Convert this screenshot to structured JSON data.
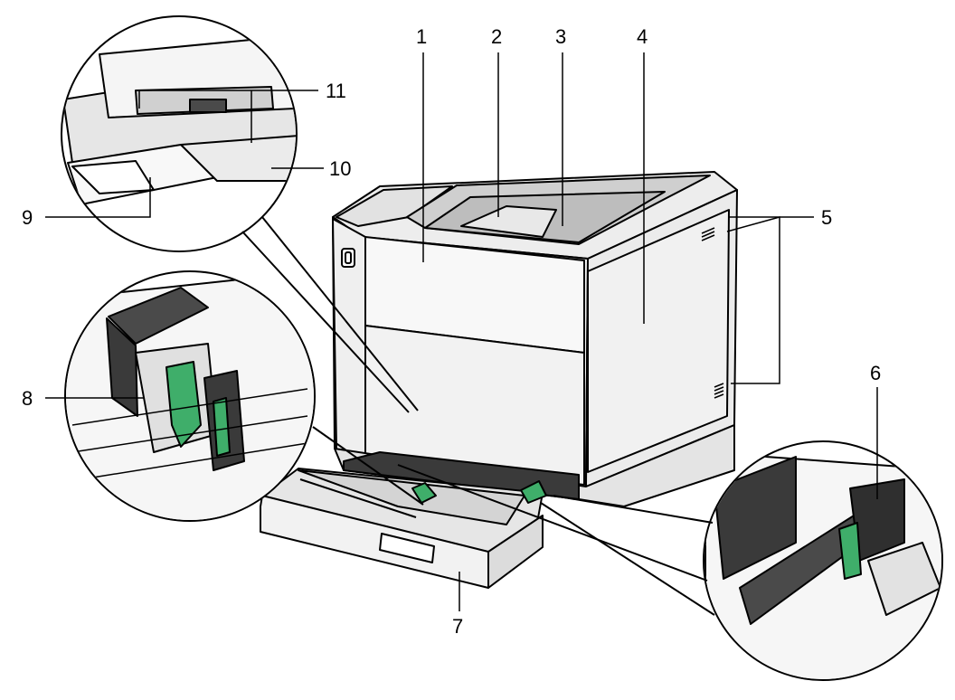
{
  "callouts": {
    "n1": "1",
    "n2": "2",
    "n3": "3",
    "n4": "4",
    "n5": "5",
    "n6": "6",
    "n7": "7",
    "n8": "8",
    "n9": "9",
    "n10": "10",
    "n11": "11"
  },
  "colors": {
    "outline": "#000000",
    "body": "#f4f4f4",
    "shade": "#d8d8d8",
    "dark": "#3a3a3a",
    "guide_green": "#3fae6a",
    "background": "#ffffff"
  },
  "icons": [
    "printer-illustration",
    "inset-bypass-tray",
    "inset-tray-guide-left",
    "inset-tray-guide-right"
  ]
}
